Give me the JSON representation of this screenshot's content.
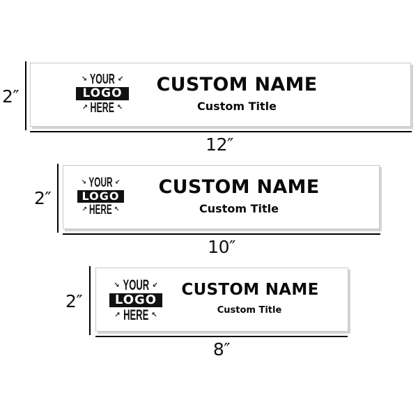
{
  "plates": [
    {
      "size_label": "12″",
      "height_label": "2″",
      "name": "CUSTOM NAME",
      "title": "Custom Title",
      "logo": {
        "top": "YOUR",
        "middle": "LOGO",
        "bottom": "HERE"
      }
    },
    {
      "size_label": "10″",
      "height_label": "2″",
      "name": "CUSTOM NAME",
      "title": "Custom Title",
      "logo": {
        "top": "YOUR",
        "middle": "LOGO",
        "bottom": "HERE"
      }
    },
    {
      "size_label": "8″",
      "height_label": "2″",
      "name": "CUSTOM NAME",
      "title": "Custom Title",
      "logo": {
        "top": "YOUR",
        "middle": "LOGO",
        "bottom": "HERE"
      }
    }
  ],
  "icons": {
    "arrow_top_left": "↘",
    "arrow_top_right": "↙",
    "arrow_bottom_left": "↗",
    "arrow_bottom_right": "↖"
  },
  "colors": {
    "plate_background": "#ffffff",
    "plate_border": "#c8c8c8",
    "plate_shadow": "#d4d4d4",
    "text": "#0a0a0a",
    "dimension_line": "#000000"
  }
}
